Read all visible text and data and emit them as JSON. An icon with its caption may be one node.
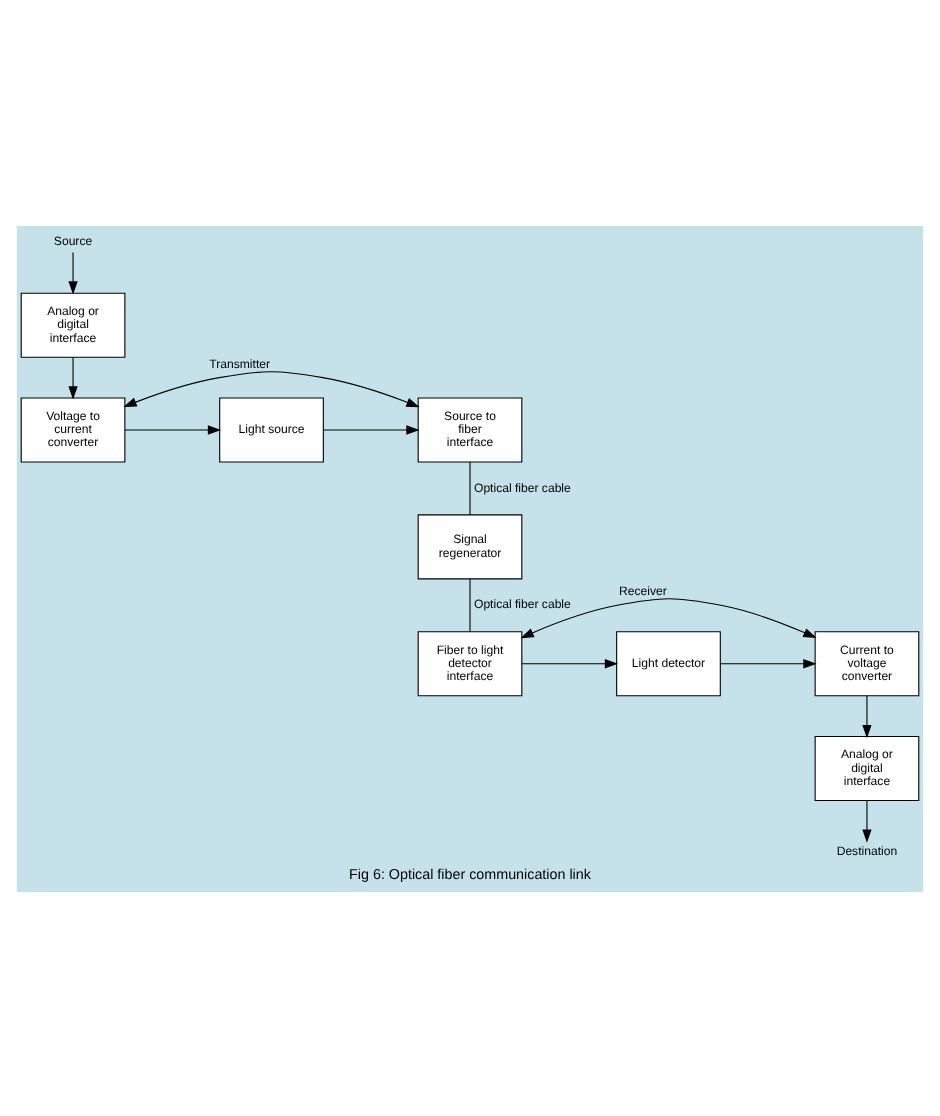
{
  "diagram": {
    "caption": "Fig 6: Optical fiber communication link",
    "nodes": [
      {
        "text": [
          "Source"
        ]
      },
      {
        "text": [
          "Analog or digital interface"
        ]
      },
      {
        "text": [
          "Voltage to current converter"
        ]
      },
      {
        "text": [
          "Light source"
        ]
      },
      {
        "text": [
          "Source to fiber interface"
        ]
      },
      {
        "text": [
          "Signal regenerator"
        ]
      },
      {
        "text": [
          "Fiber to light detector interface"
        ]
      },
      {
        "text": [
          "Light detector"
        ]
      },
      {
        "text": [
          "Current to voltage converter"
        ]
      },
      {
        "text": [
          "Analog or digital interface"
        ]
      },
      {
        "text": [
          "Destination"
        ]
      }
    ],
    "edges": [
      {
        "from": 0,
        "to": 1,
        "arrow": "to"
      },
      {
        "from": 1,
        "to": 2,
        "arrow": "to"
      },
      {
        "from": 2,
        "to": 3,
        "arrow": "to"
      },
      {
        "from": 3,
        "to": 4,
        "arrow": "to"
      },
      {
        "from": 2,
        "to": 4,
        "arrow": "both",
        "label": "Transmitter"
      },
      {
        "from": 4,
        "to": 5,
        "arrow": "none",
        "label": "Optical fiber cable"
      },
      {
        "from": 5,
        "to": 6,
        "arrow": "none",
        "label": "Optical fiber cable"
      },
      {
        "from": 6,
        "to": 7,
        "arrow": "to"
      },
      {
        "from": 7,
        "to": 8,
        "arrow": "to"
      },
      {
        "from": 8,
        "to": 6,
        "arrow": "both",
        "label": "Receiver"
      },
      {
        "from": 8,
        "to": 9,
        "arrow": "to"
      },
      {
        "from": 9,
        "to": 10,
        "arrow": "to"
      }
    ]
  }
}
